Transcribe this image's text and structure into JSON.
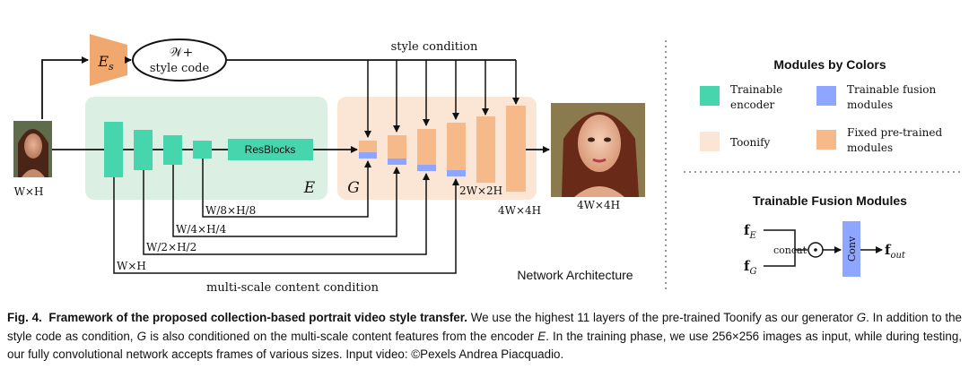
{
  "colors": {
    "encoder": "#47d5ae",
    "encoder_region": "#dcefe3",
    "toonify_region": "#fbe6d6",
    "pretrained": "#f6b98a",
    "fusion": "#8ea6ff",
    "style_encoder": "#f0a86f"
  },
  "diagram": {
    "style_encoder_label": "Es",
    "style_code_line1": "𝒲+",
    "style_code_line2": "style code",
    "style_condition_label": "style condition",
    "resblocks_label": "ResBlocks",
    "encoder_label": "E",
    "generator_label": "G",
    "input_size": "W×H",
    "output_size": "4W×4H",
    "scale_labels": [
      "W/8×H/8",
      "W/4×H/4",
      "W/2×H/2",
      "W×H"
    ],
    "gen_size_2x": "2W×2H",
    "gen_size_4x": "4W×4H",
    "content_condition_label": "multi-scale content condition",
    "network_title": "Network Architecture"
  },
  "legend": {
    "title": "Modules by Colors",
    "items": [
      {
        "line1": "Trainable",
        "line2": "encoder"
      },
      {
        "line1": "Trainable fusion",
        "line2": "modules"
      },
      {
        "line1": "Toonify",
        "line2": ""
      },
      {
        "line1": "Fixed pre-trained",
        "line2": "modules"
      }
    ]
  },
  "fusion_module": {
    "title": "Trainable Fusion Modules",
    "input_e": "f",
    "input_e_sub": "E",
    "input_g": "f",
    "input_g_sub": "G",
    "concat_label": "concat",
    "dot_symbol": "⊙",
    "conv_label": "Conv",
    "output": "f",
    "output_sub": "out"
  },
  "caption": {
    "fig_label": "Fig. 4.",
    "bold_title": "Framework of the proposed collection-based portrait video style transfer.",
    "text_1": " We use the highest 11 layers of the pre-trained Toonify as our generator ",
    "g1": "G",
    "text_2": ". In addition to the style code as condition, ",
    "g2": "G",
    "text_3": " is also conditioned on the multi-scale content features from the encoder ",
    "e1": "E",
    "text_4": ". In the training phase, we use 256×256 images as input, while during testing, our fully convolutional network accepts frames of various sizes. Input video: ©Pexels Andrea Piacquadio."
  }
}
